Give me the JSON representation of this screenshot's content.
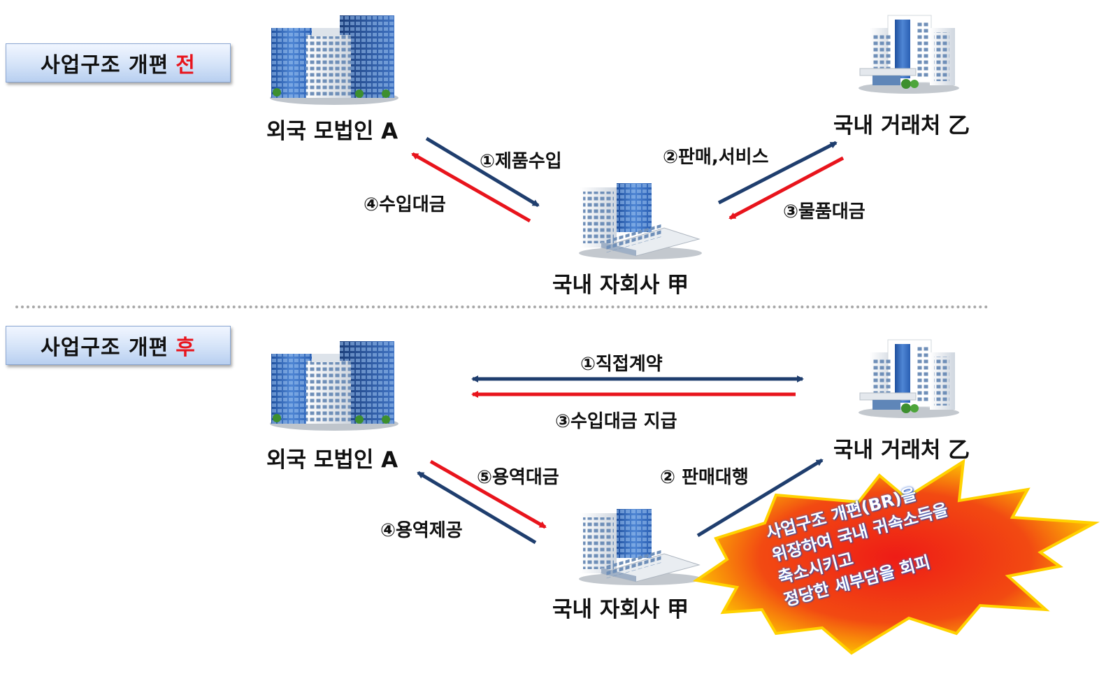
{
  "before": {
    "label_prefix": "사업구조 개편",
    "label_accent": "전",
    "parent": "외국 모법인 A",
    "client": "국내 거래처 乙",
    "subsidiary": "국내 자회사 甲",
    "flows": {
      "product_import": "①제품수입",
      "sales_service": "②판매,서비스",
      "goods_payment": "③물품대금",
      "import_payment": "④수입대금"
    }
  },
  "after": {
    "label_prefix": "사업구조 개편",
    "label_accent": "후",
    "parent": "외국 모법인 A",
    "client": "국내 거래처 乙",
    "subsidiary": "국내 자회사 甲",
    "flows": {
      "direct_contract": "①직접계약",
      "sales_agency": "② 판매대행",
      "import_payment": "③수입대금 지급",
      "service_provision": "④용역제공",
      "service_fee": "⑤용역대금"
    },
    "callout": [
      "사업구조 개편(BR)을",
      "위장하여 국내 귀속소득을",
      "축소시키고",
      "정당한 세부담을 회피"
    ]
  },
  "colors": {
    "navy_arrow": "#1f3e6e",
    "red_arrow": "#e8141c",
    "label_accent": "#e8141c",
    "burst_yellow": "#ffd200",
    "burst_red": "#ee1c16"
  },
  "icons": [
    "office-tower-icon",
    "hospital-building-icon",
    "corporate-office-icon"
  ]
}
